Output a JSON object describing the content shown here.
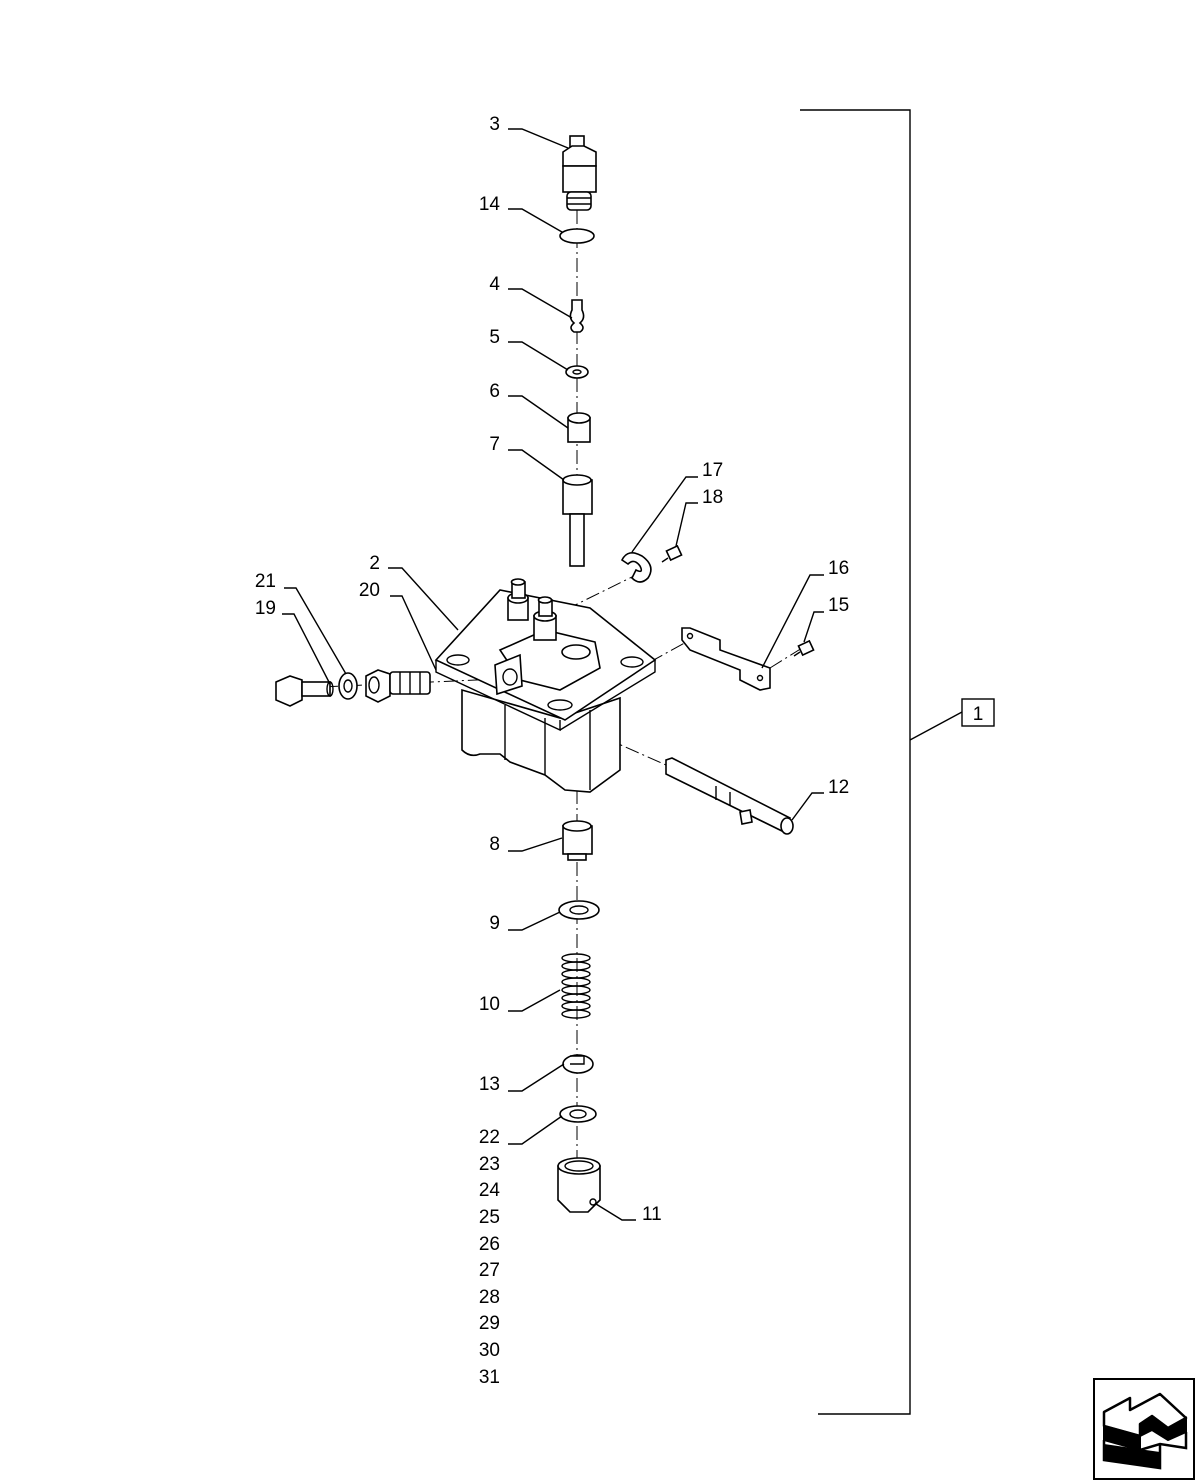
{
  "diagram": {
    "part_labels": [
      "3",
      "14",
      "4",
      "5",
      "6",
      "7",
      "17",
      "18",
      "2",
      "21",
      "20",
      "19",
      "16",
      "15",
      "12",
      "8",
      "9",
      "10",
      "13",
      "22",
      "23",
      "24",
      "25",
      "26",
      "27",
      "28",
      "29",
      "30",
      "31",
      "11"
    ],
    "assembly_label": "1"
  },
  "icons": {
    "nav_arrow": "back-arrow-icon"
  }
}
